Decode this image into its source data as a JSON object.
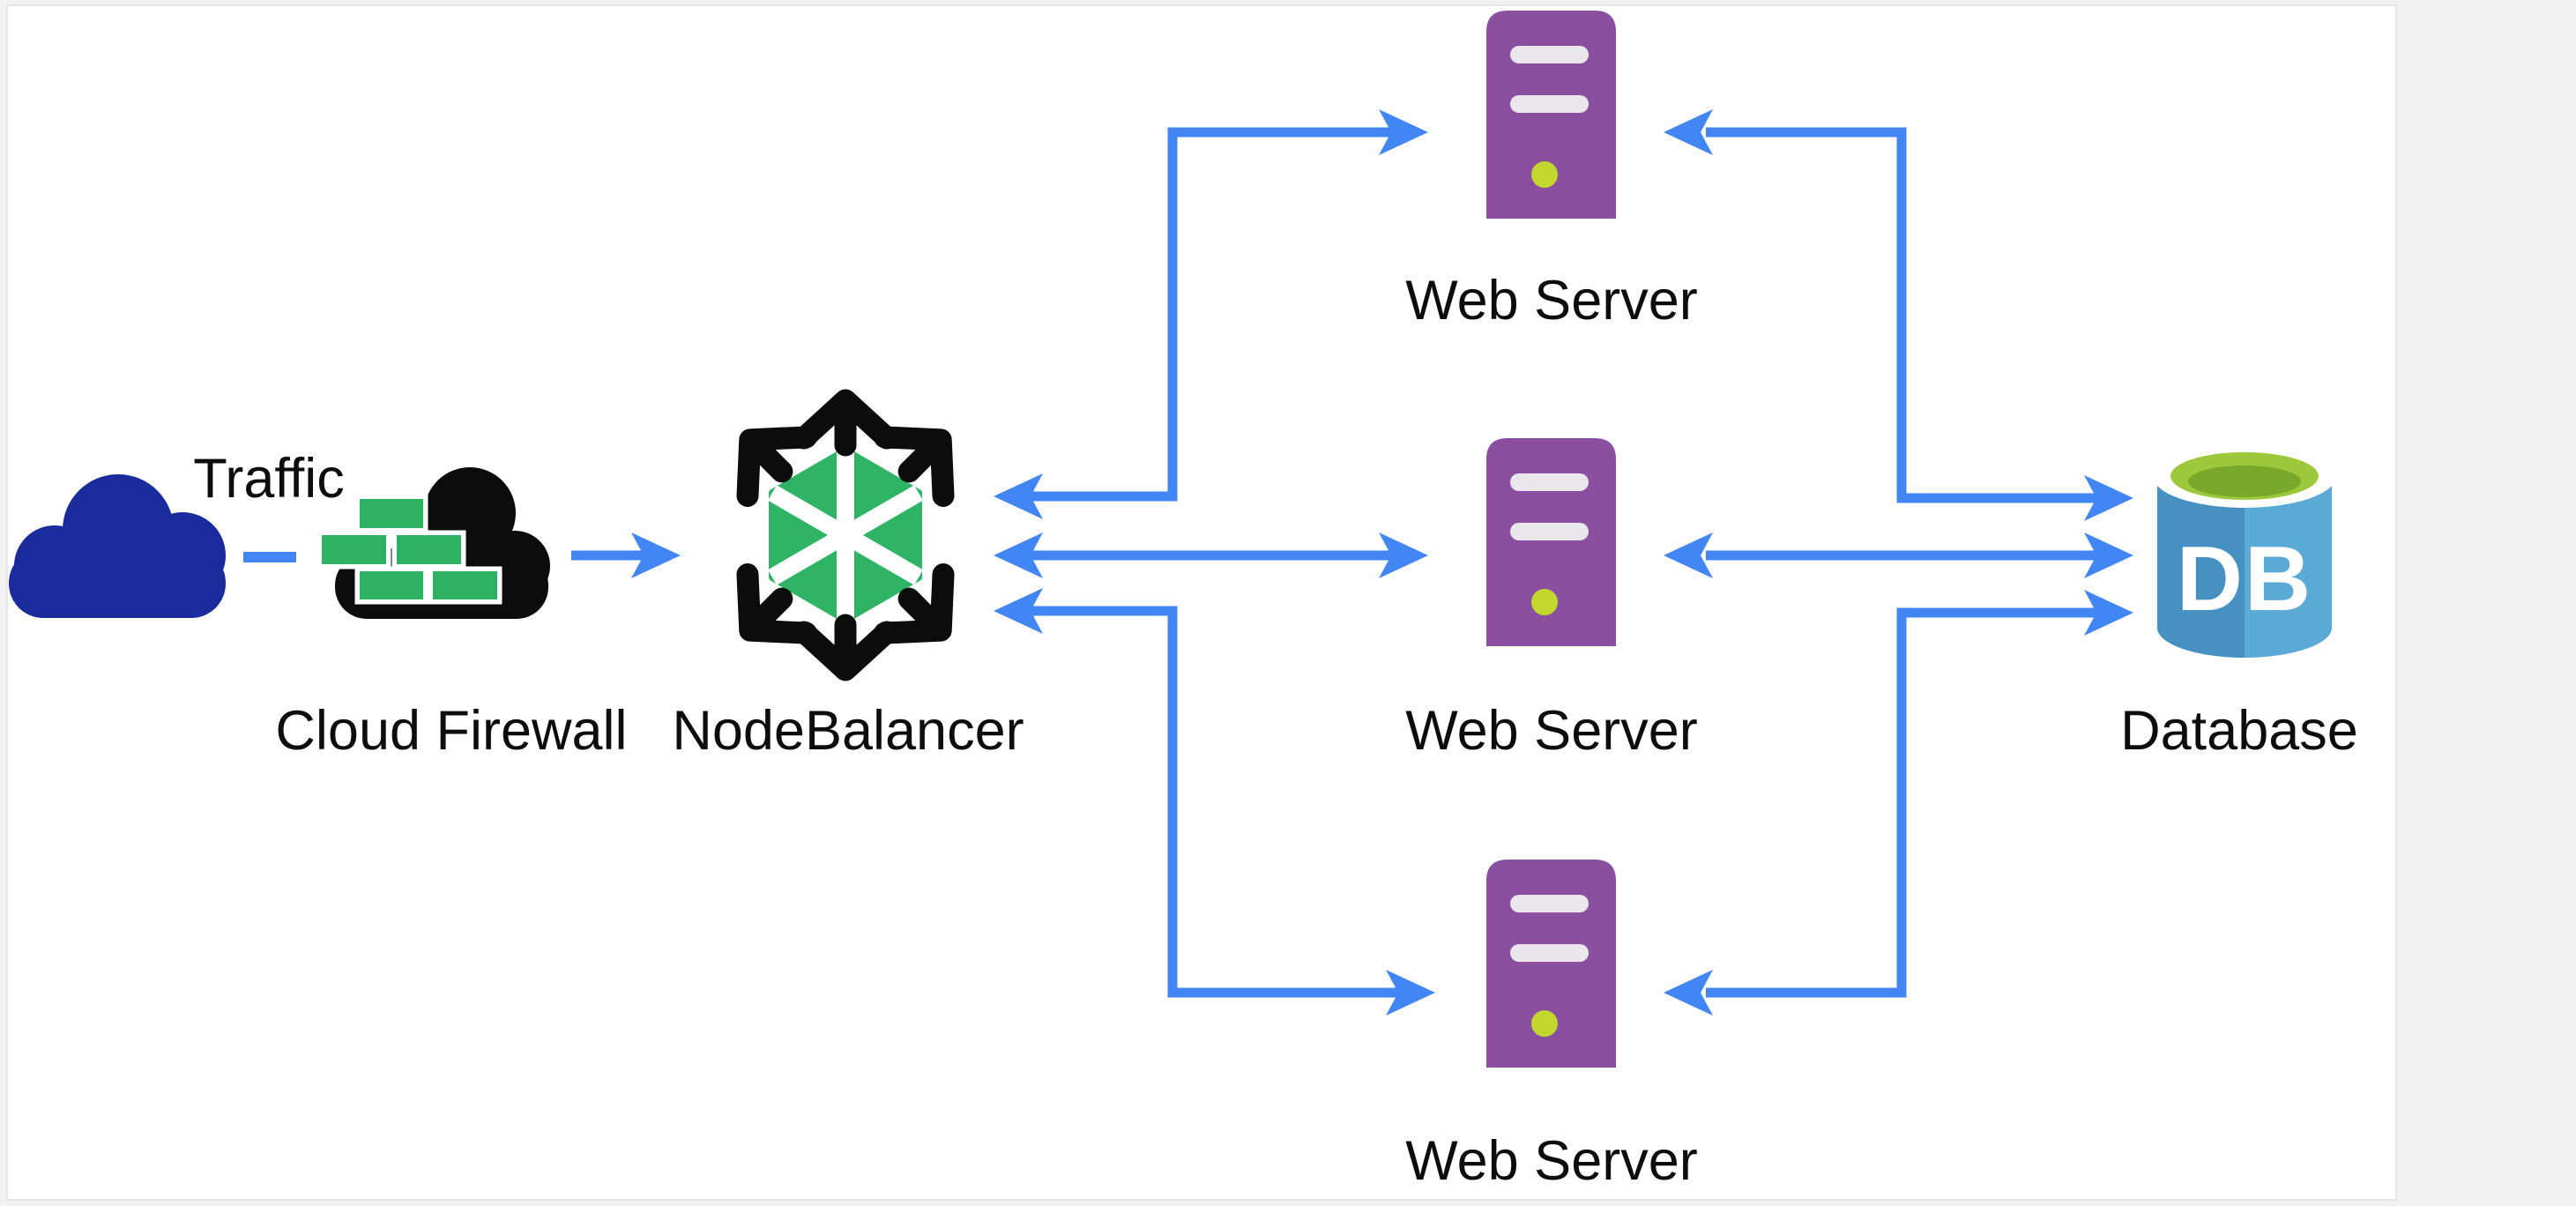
{
  "diagram": {
    "nodes": {
      "traffic": {
        "label": "Traffic"
      },
      "cloud_firewall": {
        "label": "Cloud Firewall"
      },
      "nodebalancer": {
        "label": "NodeBalancer"
      },
      "web_server_top": {
        "label": "Web Server"
      },
      "web_server_middle": {
        "label": "Web Server"
      },
      "web_server_bottom": {
        "label": "Web Server"
      },
      "database": {
        "label": "Database",
        "icon_text": "DB"
      }
    },
    "edges": [
      {
        "from": "traffic",
        "to": "cloud_firewall",
        "style": "dashed",
        "arrows": "none"
      },
      {
        "from": "cloud_firewall",
        "to": "nodebalancer",
        "style": "solid",
        "arrows": "forward"
      },
      {
        "from": "nodebalancer",
        "to": "web_server_top",
        "style": "elbow",
        "arrows": "both"
      },
      {
        "from": "nodebalancer",
        "to": "web_server_middle",
        "style": "straight",
        "arrows": "both"
      },
      {
        "from": "nodebalancer",
        "to": "web_server_bottom",
        "style": "elbow",
        "arrows": "both"
      },
      {
        "from": "web_server_top",
        "to": "database",
        "style": "elbow",
        "arrows": "both"
      },
      {
        "from": "web_server_middle",
        "to": "database",
        "style": "straight",
        "arrows": "both"
      },
      {
        "from": "web_server_bottom",
        "to": "database",
        "style": "elbow",
        "arrows": "both"
      }
    ],
    "colors": {
      "arrow_blue": "#4285f4",
      "traffic_cloud_navy": "#1a2b9b",
      "firewall_cloud_black": "#0c0c0c",
      "firewall_brick_green": "#2db261",
      "firewall_mortar_white": "#ffffff",
      "nodebalancer_green": "#2eb464",
      "nodebalancer_arrow_black": "#0c0c0c",
      "server_purple": "#8b4fa0",
      "server_slot_gray": "#e9e7ec",
      "server_led_green": "#c3d82e",
      "db_body_dark_blue": "#4691c1",
      "db_body_light_blue": "#5aaad5",
      "db_top_green": "#9cc93c",
      "db_top_inner_green": "#79a92b",
      "label_black": "#0d0d0d",
      "canvas_white": "#ffffff",
      "page_gray": "#f1f1f2"
    }
  }
}
